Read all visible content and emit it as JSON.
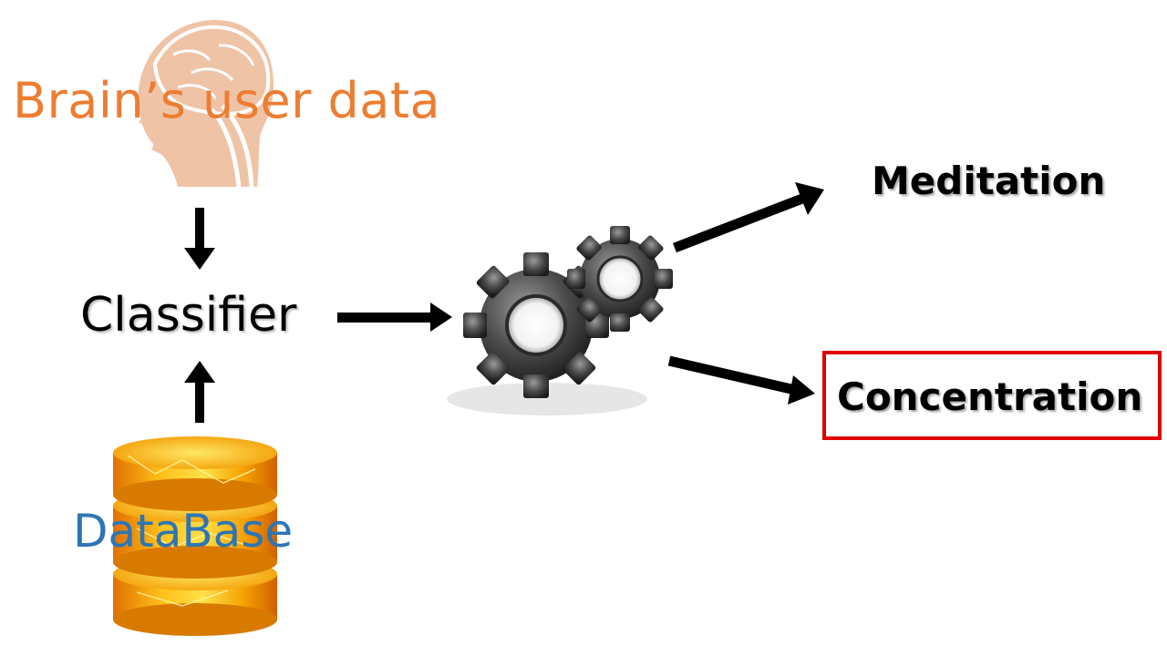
{
  "nodes": {
    "brain": {
      "label": "Brain’s user data",
      "color": "#ED7D31"
    },
    "classifier": {
      "label": "Classifier"
    },
    "database": {
      "label": "DataBase",
      "color": "#2E75B6"
    },
    "meditation": {
      "label": "Meditation"
    },
    "concentration": {
      "label": "Concentration",
      "highlight_color": "#E00000"
    }
  },
  "icons": [
    "head-brain-icon",
    "database-cylinder-icon",
    "gears-icon"
  ],
  "edges": [
    {
      "from": "brain",
      "to": "classifier"
    },
    {
      "from": "database",
      "to": "classifier"
    },
    {
      "from": "classifier",
      "to": "gears"
    },
    {
      "from": "gears",
      "to": "meditation"
    },
    {
      "from": "gears",
      "to": "concentration"
    }
  ]
}
